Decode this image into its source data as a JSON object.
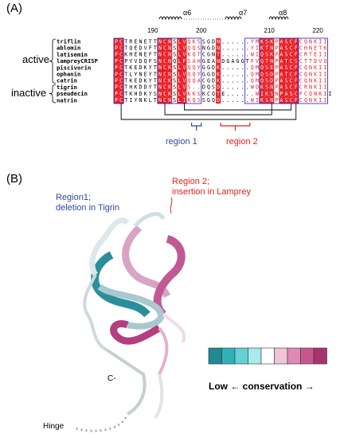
{
  "panel_a": {
    "label": "(A)",
    "structure_labels": [
      "α6",
      "α7",
      "α8"
    ],
    "ruler_numbers": [
      "190",
      "200",
      "210",
      "220"
    ],
    "groups": [
      "active",
      "inactive"
    ],
    "sequences": [
      {
        "name": "triflin",
        "seq": "PCTRENETTNCNSLVQKSSGDN......YMKSKPASCFCQNKII"
      },
      {
        "name": "ablomin",
        "seq": "PCTQEDVFTNCNSLVQQSNGDN......YIKTNPASCFCHNETK"
      },
      {
        "name": "latisemin",
        "seq": "PCKHENEFTNCNSLVKQTCGNT......WIQSKPASCFCRTEII"
      },
      {
        "name": "lampreyCRISP",
        "seq": "PCPYVDQFSNCNQLFSAHGEANDGAGGTFVQTNPATCSCTTDVQ"
      },
      {
        "name": "piscivorin",
        "seq": "PCTKEDKYTNCKSLVQQYGGDK......QMQSEPASCFCQNKII"
      },
      {
        "name": "ophanin",
        "seq": "PCTLYNEYTNCNSLVQQYGGDK......QMQSDPATCFCQNKII"
      },
      {
        "name": "catrin",
        "seq": "PCTKEDKYTNCKSLVQQACGDK......QMQSDPASCFCQNKII"
      },
      {
        "name": "tigrin",
        "seq": "PCTHKDDYTNCKSLVS..DQSD......WDKSNPASCFCRNKII"
      },
      {
        "name": "pseudecin",
        "seq": "PCTKHDKYSNCKSLVKKSKCQTE......WIKSNPASCFCQNKII"
      },
      {
        "name": "natrin",
        "seq": "PCTIYNKLTNCNSLIKQSSGQD......WIKSNPASCFCQNKII"
      }
    ],
    "region1": "region 1",
    "region2": "region 2"
  },
  "panel_b": {
    "label": "(B)",
    "region1_text": [
      "Region1;",
      "deletion in Tigrin"
    ],
    "region2_text": [
      "Region 2;",
      "insertion in Lamprey"
    ],
    "c_term": "C-",
    "hinge": "Hinge",
    "legend_title": "Low ← conservation →",
    "legend_colors": [
      "#1e8a94",
      "#2fb3b8",
      "#63d2d4",
      "#a9eaec",
      "#ffffff",
      "#f0c4d8",
      "#dd8ab5",
      "#c8578f",
      "#a8326e"
    ]
  },
  "colors": {
    "identity_red": "#ea1c24",
    "similarity_box": "#1616c8",
    "region1_blue": "#2b4b9a",
    "region2_red": "#e3211c"
  }
}
